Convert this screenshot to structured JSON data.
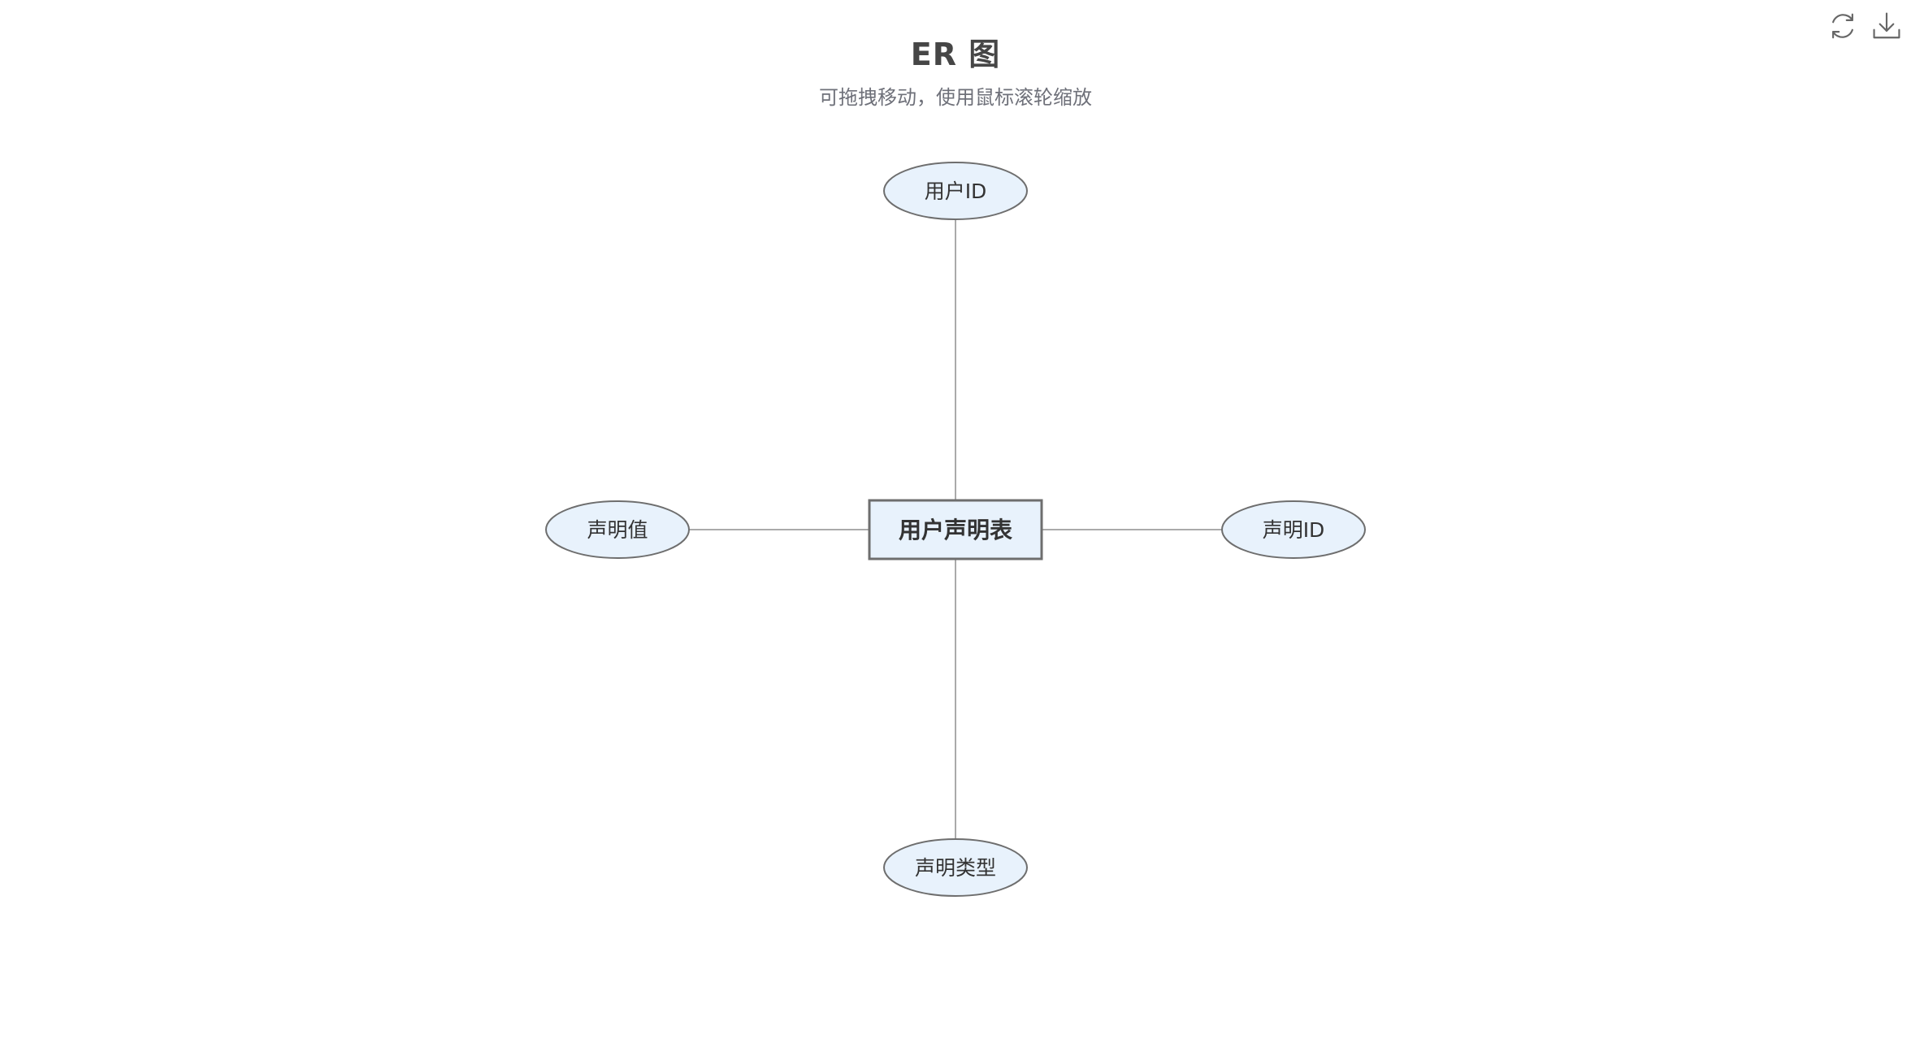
{
  "header": {
    "title": "ER 图",
    "subtitle": "可拖拽移动，使用鼠标滚轮缩放"
  },
  "toolbar": {
    "items": [
      {
        "icon": "refresh-icon"
      },
      {
        "icon": "download-icon"
      }
    ]
  },
  "diagram": {
    "entity": {
      "label": "用户声明表"
    },
    "attributes": [
      {
        "id": "top",
        "label": "用户ID"
      },
      {
        "id": "left",
        "label": "声明值"
      },
      {
        "id": "right",
        "label": "声明ID"
      },
      {
        "id": "bottom",
        "label": "声明类型"
      }
    ]
  },
  "colors": {
    "node_fill": "#e8f2fc",
    "node_stroke": "#6e6e6e",
    "edge": "#aaaaaa",
    "text": "#333333",
    "icon": "#666666"
  }
}
